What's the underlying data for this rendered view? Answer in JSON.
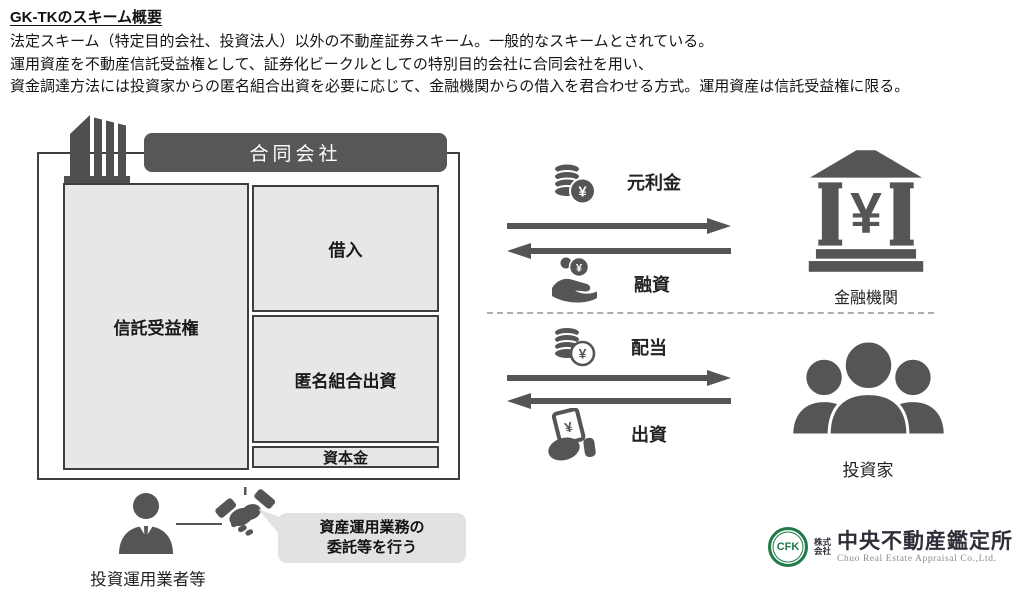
{
  "header": {
    "title": "GK-TKのスキーム概要",
    "description_lines": [
      "法定スキーム（特定目的会社、投資法人）以外の不動産証券スキーム。一般的なスキームとされている。",
      "運用資産を不動産信託受益権として、証券化ビークルとしての特別目的会社に合同会社を用い、",
      "資金調達方法には投資家からの匿名組合出資を必要に応じて、金融機関からの借入を君合わせる方式。運用資産は信託受益権に限る。"
    ]
  },
  "scheme": {
    "company_label": "合同会社",
    "trust_label": "信託受益権",
    "borrowing_label": "借入",
    "tk_label": "匿名組合出資",
    "capital_label": "資本金"
  },
  "flows": {
    "bank_top": "元利金",
    "bank_bottom": "融資",
    "investor_top": "配当",
    "investor_bottom": "出資"
  },
  "entities": {
    "bank": "金融機関",
    "investor": "投資家",
    "manager": "投資運用業者等"
  },
  "bubble": {
    "line1": "資産運用業務の",
    "line2": "委託等を行う"
  },
  "icons": {
    "yen": "¥"
  },
  "logo": {
    "mark": "CFK",
    "prefix_line1": "株式",
    "prefix_line2": "会社",
    "name": "中央不動産鑑定所",
    "name_en": "Chuo Real Estate Appraisal Co.,Ltd."
  },
  "colors": {
    "icon_dark": "#555555",
    "box_border": "#3f3f3f",
    "box_fill": "#e9e7e6",
    "header_fill": "#575757",
    "bubble_fill": "#e4e2e1",
    "logo_green": "#1f7a48",
    "logo_text_dark": "#2e2e38",
    "logo_text_gray": "#8a8a94"
  }
}
